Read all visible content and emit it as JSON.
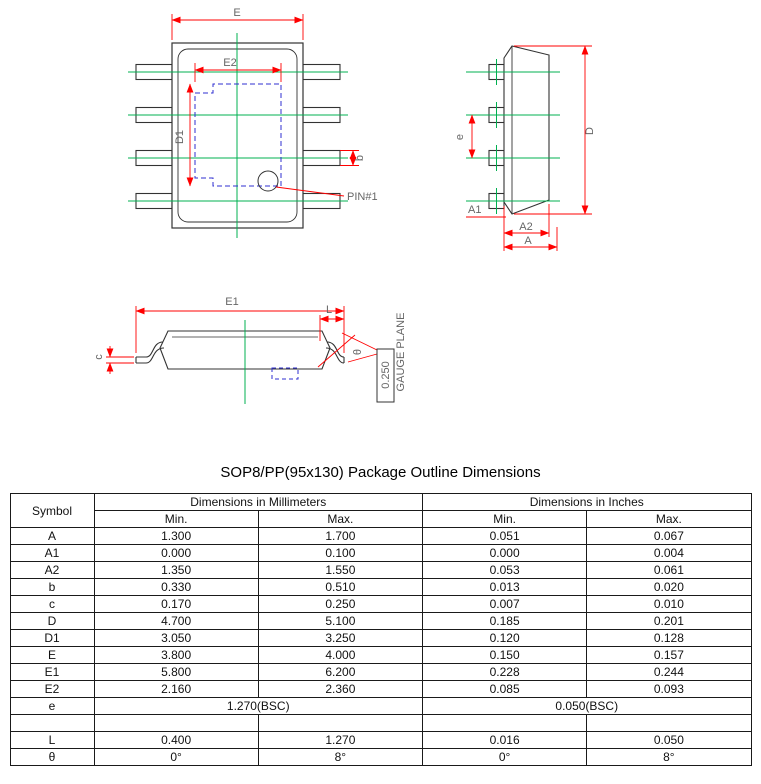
{
  "title": "SOP8/PP(95x130) Package Outline Dimensions",
  "drawing": {
    "top_view": {
      "dim_E": "E",
      "dim_E2": "E2",
      "dim_D1": "D1",
      "dim_b": "b",
      "pin1": "PIN#1"
    },
    "side_view": {
      "dim_e": "e",
      "dim_D": "D",
      "dim_A1": "A1",
      "dim_A2": "A2",
      "dim_A": "A"
    },
    "front_view": {
      "dim_E1": "E1",
      "dim_L": "L",
      "dim_c": "c",
      "dim_theta": "θ",
      "gauge_value": "0.250",
      "gauge_plane": "GAUGE PLANE"
    },
    "colors": {
      "outline": "#333333",
      "dimension": "#ff0000",
      "centerline": "#00b050",
      "hidden": "#2f2fd0",
      "label": "#666666"
    }
  },
  "table": {
    "headers": {
      "symbol": "Symbol",
      "mm_group": "Dimensions in Millimeters",
      "inch_group": "Dimensions in Inches",
      "min": "Min.",
      "max": "Max."
    },
    "rows": [
      {
        "symbol": "A",
        "mm_min": "1.300",
        "mm_max": "1.700",
        "in_min": "0.051",
        "in_max": "0.067"
      },
      {
        "symbol": "A1",
        "mm_min": "0.000",
        "mm_max": "0.100",
        "in_min": "0.000",
        "in_max": "0.004"
      },
      {
        "symbol": "A2",
        "mm_min": "1.350",
        "mm_max": "1.550",
        "in_min": "0.053",
        "in_max": "0.061"
      },
      {
        "symbol": "b",
        "mm_min": "0.330",
        "mm_max": "0.510",
        "in_min": "0.013",
        "in_max": "0.020"
      },
      {
        "symbol": "c",
        "mm_min": "0.170",
        "mm_max": "0.250",
        "in_min": "0.007",
        "in_max": "0.010"
      },
      {
        "symbol": "D",
        "mm_min": "4.700",
        "mm_max": "5.100",
        "in_min": "0.185",
        "in_max": "0.201"
      },
      {
        "symbol": "D1",
        "mm_min": "3.050",
        "mm_max": "3.250",
        "in_min": "0.120",
        "in_max": "0.128"
      },
      {
        "symbol": "E",
        "mm_min": "3.800",
        "mm_max": "4.000",
        "in_min": "0.150",
        "in_max": "0.157"
      },
      {
        "symbol": "E1",
        "mm_min": "5.800",
        "mm_max": "6.200",
        "in_min": "0.228",
        "in_max": "0.244"
      },
      {
        "symbol": "E2",
        "mm_min": "2.160",
        "mm_max": "2.360",
        "in_min": "0.085",
        "in_max": "0.093"
      }
    ],
    "e_row": {
      "symbol": "e",
      "mm": "1.270(BSC)",
      "inch": "0.050(BSC)"
    },
    "tail_rows": [
      {
        "symbol": "L",
        "mm_min": "0.400",
        "mm_max": "1.270",
        "in_min": "0.016",
        "in_max": "0.050"
      },
      {
        "symbol": "θ",
        "mm_min": "0°",
        "mm_max": "8°",
        "in_min": "0°",
        "in_max": "8°"
      }
    ]
  }
}
